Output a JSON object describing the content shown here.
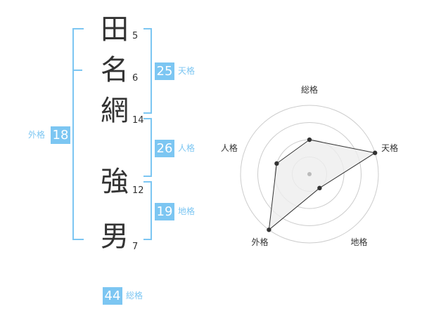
{
  "name": {
    "chars": [
      {
        "char": "田",
        "strokes": "5"
      },
      {
        "char": "名",
        "strokes": "6"
      },
      {
        "char": "網",
        "strokes": "14"
      },
      {
        "char": "強",
        "strokes": "12"
      },
      {
        "char": "男",
        "strokes": "7"
      }
    ]
  },
  "kakusu": {
    "tenkaku": {
      "value": "25",
      "label": "天格"
    },
    "jinkaku": {
      "value": "26",
      "label": "人格"
    },
    "chikaku": {
      "value": "19",
      "label": "地格"
    },
    "gaikaku": {
      "value": "18",
      "label": "外格"
    },
    "soukaku": {
      "value": "44",
      "label": "総格"
    }
  },
  "colors": {
    "accent": "#7cc6f2",
    "text": "#333333",
    "grid": "#cccccc",
    "fill": "#eeeeee"
  },
  "chart_data": {
    "type": "radar",
    "axes": [
      "総格",
      "天格",
      "地格",
      "外格",
      "人格"
    ],
    "values": [
      2,
      4,
      1,
      4,
      2
    ],
    "max": 4
  }
}
